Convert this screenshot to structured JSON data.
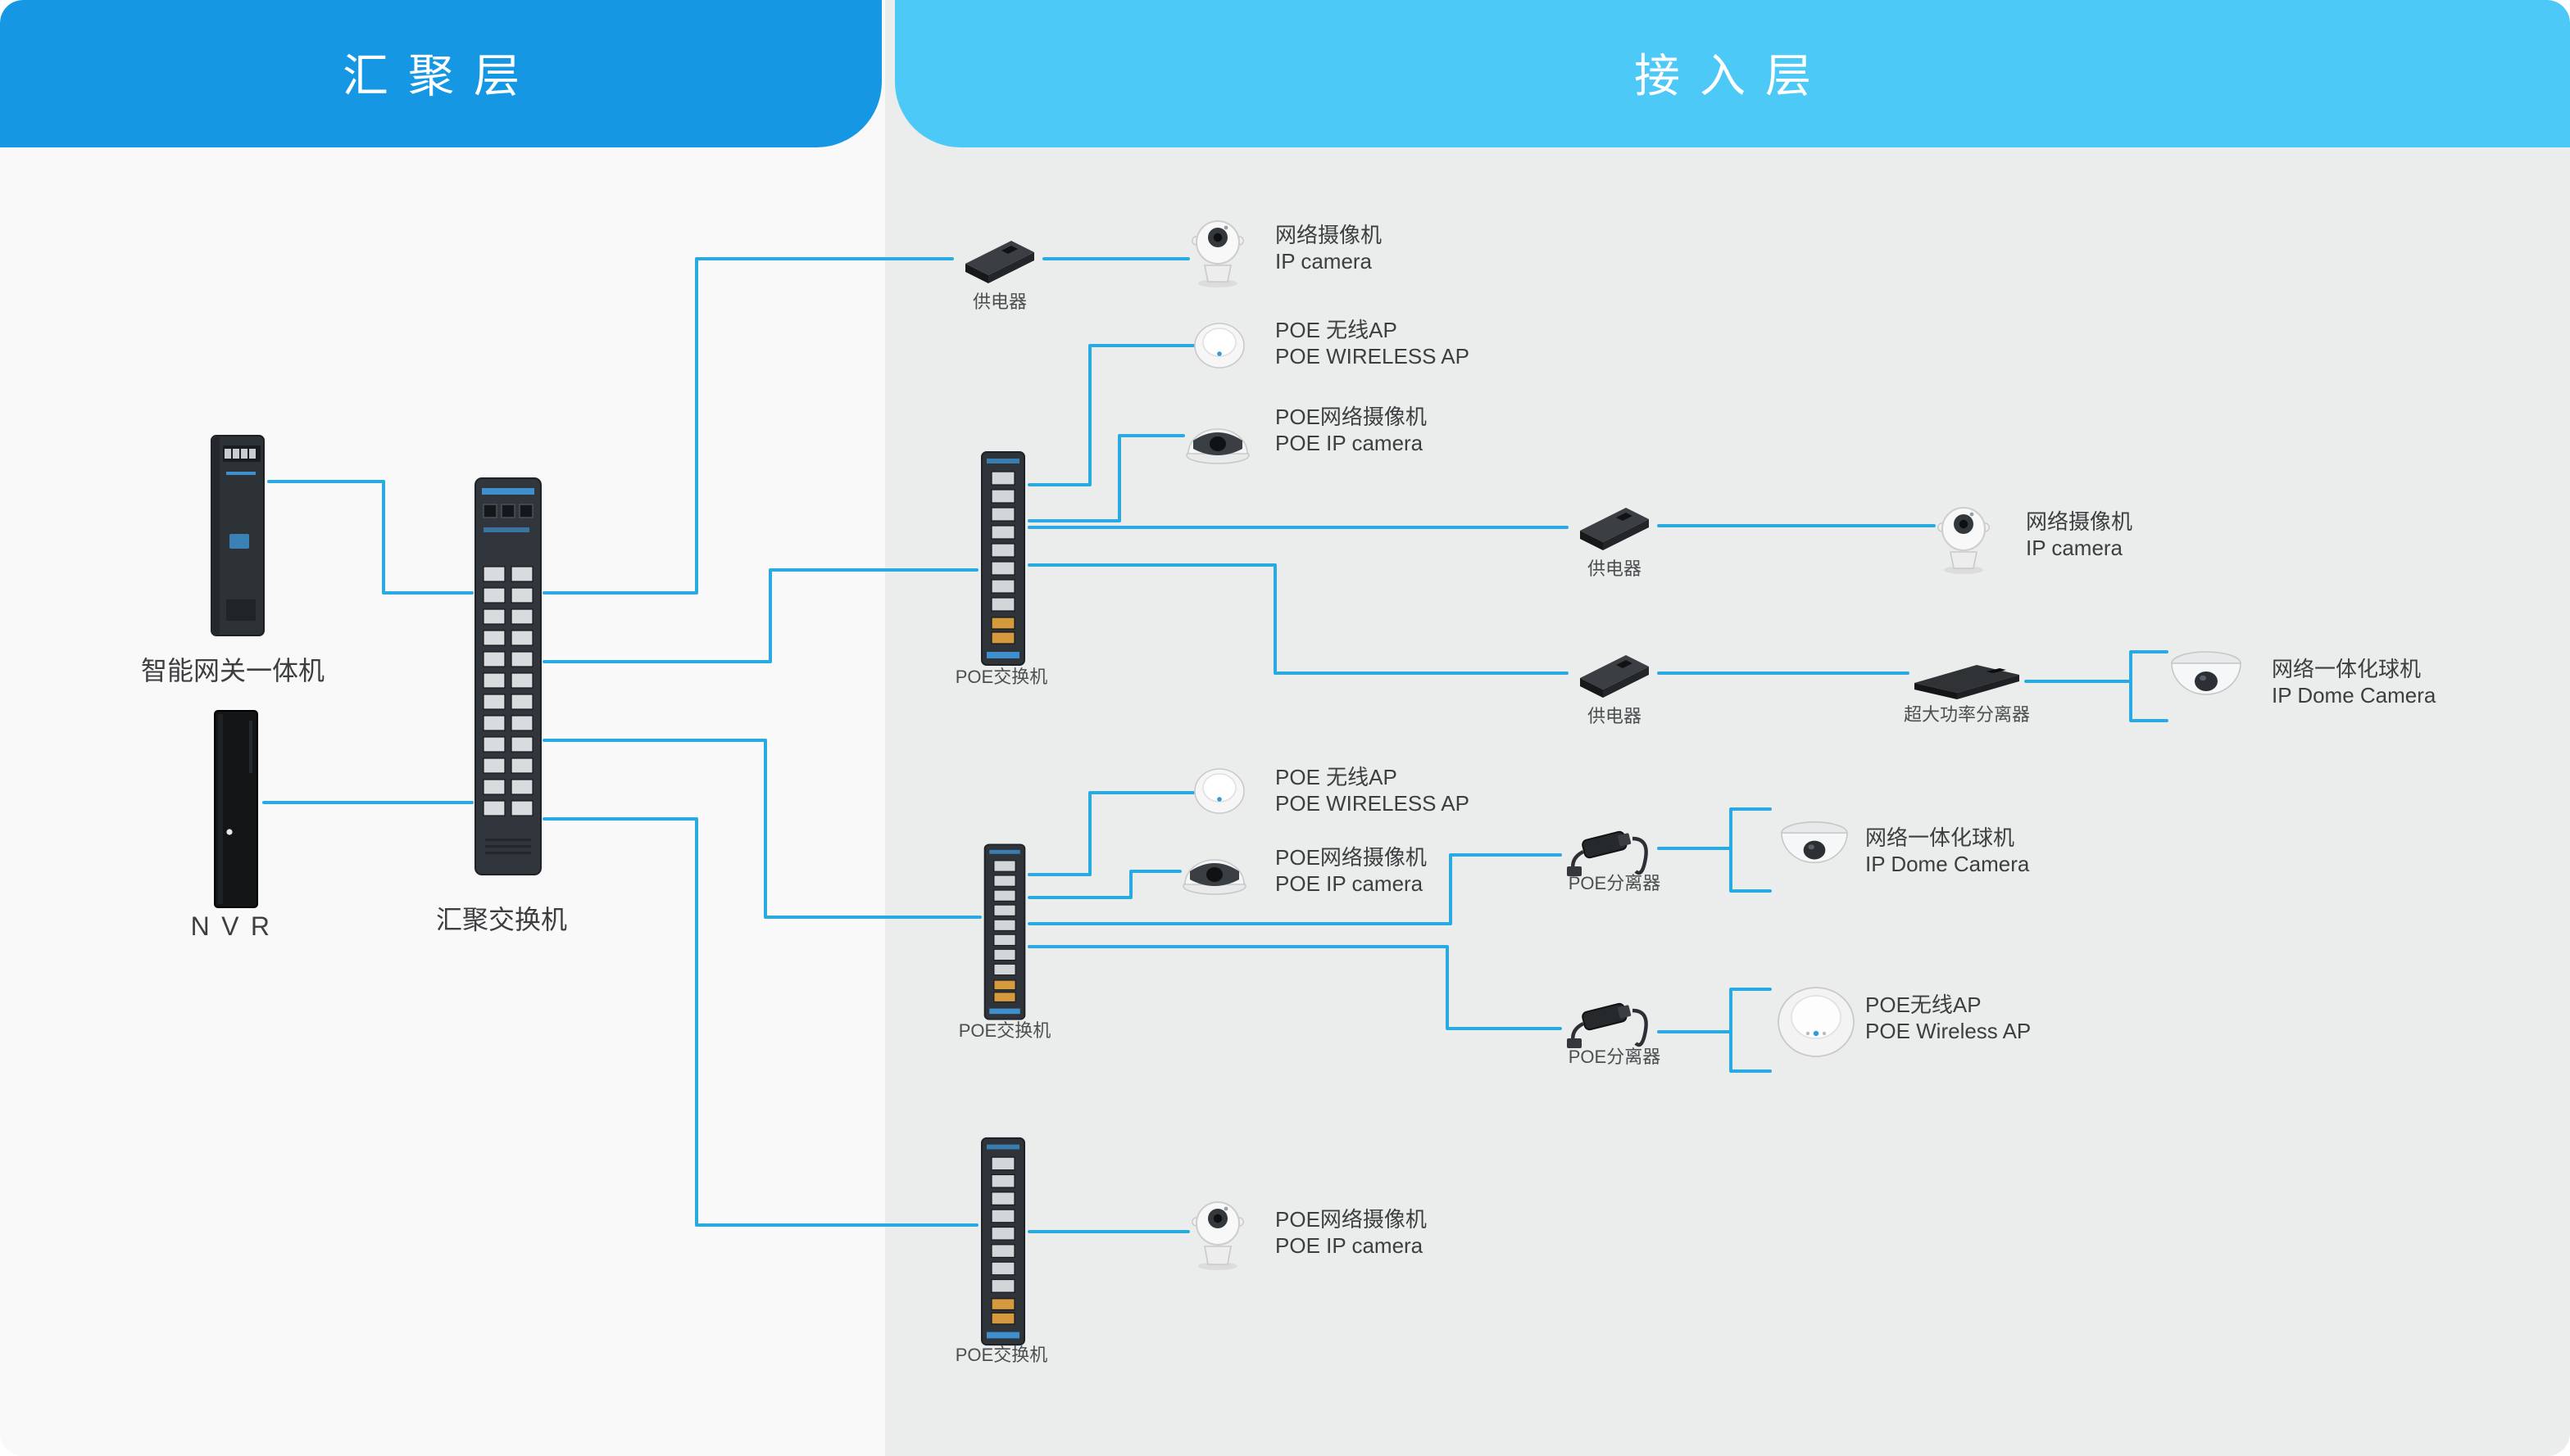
{
  "header": {
    "aggregation": "汇聚层",
    "access": "接入层"
  },
  "colors": {
    "header_left": "#1597e3",
    "header_right": "#4cc9f6",
    "line": "#29abe2",
    "panel_left_bg": "#f9f9fa",
    "panel_right_bg": "#ebecec"
  },
  "aggregation_layer": {
    "gateway": {
      "label": "智能网关一体机"
    },
    "nvr": {
      "label": "NVR"
    },
    "core_switch": {
      "label": "汇聚交换机"
    }
  },
  "access_layer": {
    "injector_top": {
      "label": "供电器"
    },
    "ip_camera_top": {
      "cn": "网络摄像机",
      "en": "IP camera"
    },
    "poe_ap_1": {
      "cn": "POE 无线AP",
      "en": "POE WIRELESS AP"
    },
    "poe_camera_1": {
      "cn": "POE网络摄像机",
      "en": "POE IP camera"
    },
    "poe_switch_1": {
      "label": "POE交换机"
    },
    "injector_mid": {
      "label": "供电器"
    },
    "ip_camera_mid": {
      "cn": "网络摄像机",
      "en": "IP camera"
    },
    "injector_low": {
      "label": "供电器"
    },
    "high_power_splitter": {
      "label": "超大功率分离器"
    },
    "ip_dome_right": {
      "cn": "网络一体化球机",
      "en": "IP Dome Camera"
    },
    "poe_ap_2": {
      "cn": "POE 无线AP",
      "en": "POE WIRELESS AP"
    },
    "poe_camera_2": {
      "cn": "POE网络摄像机",
      "en": "POE IP camera"
    },
    "poe_switch_2": {
      "label": "POE交换机"
    },
    "poe_splitter_1": {
      "label": "POE分离器"
    },
    "ip_dome_mid": {
      "cn": "网络一体化球机",
      "en": "IP Dome Camera"
    },
    "poe_splitter_2": {
      "label": "POE分离器"
    },
    "poe_ap_3": {
      "cn": "POE无线AP",
      "en": "POE Wireless AP"
    },
    "poe_switch_3": {
      "label": "POE交换机"
    },
    "poe_camera_3": {
      "cn": "POE网络摄像机",
      "en": "POE IP camera"
    }
  }
}
